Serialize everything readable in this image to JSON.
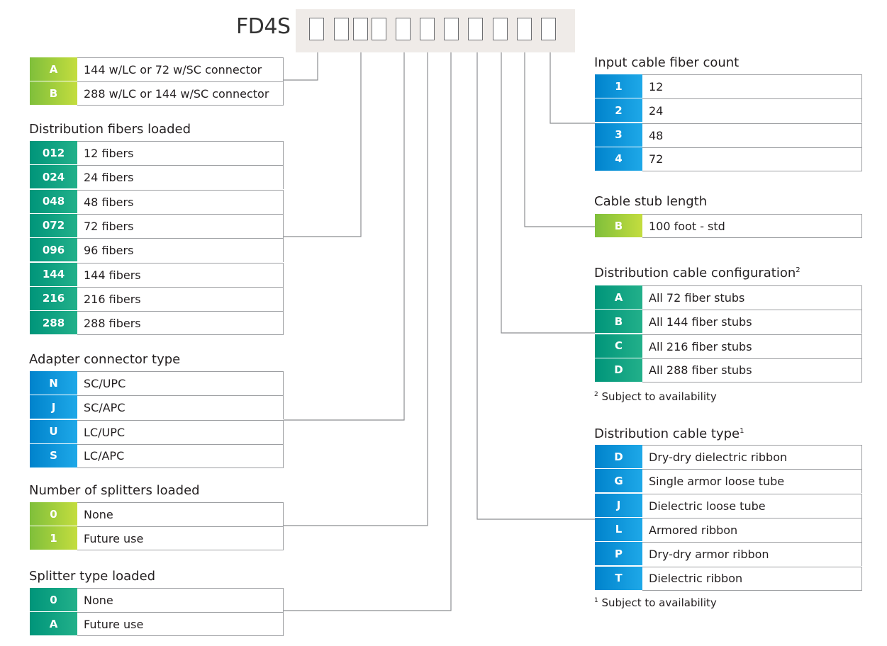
{
  "code": {
    "prefix": "FD4S -"
  },
  "colors": {
    "green": "#8dc63f",
    "teal": "#00a383",
    "blue": "#0095da"
  },
  "sections": {
    "size": {
      "heading": "",
      "color": "green",
      "rows": [
        {
          "code": "A",
          "label": "144 w/LC or 72 w/SC connector"
        },
        {
          "code": "B",
          "label": "288 w/LC or 144 w/SC connector"
        }
      ]
    },
    "distribution_fibers": {
      "heading": "Distribution fibers loaded",
      "color": "teal",
      "rows": [
        {
          "code": "012",
          "label": "12 fibers"
        },
        {
          "code": "024",
          "label": "24 fibers"
        },
        {
          "code": "048",
          "label": "48 fibers"
        },
        {
          "code": "072",
          "label": "72 fibers"
        },
        {
          "code": "096",
          "label": "96 fibers"
        },
        {
          "code": "144",
          "label": "144 fibers"
        },
        {
          "code": "216",
          "label": "216 fibers"
        },
        {
          "code": "288",
          "label": "288 fibers"
        }
      ]
    },
    "adapter_connector": {
      "heading": "Adapter connector type",
      "color": "blue",
      "rows": [
        {
          "code": "N",
          "label": "SC/UPC"
        },
        {
          "code": "J",
          "label": "SC/APC"
        },
        {
          "code": "U",
          "label": "LC/UPC"
        },
        {
          "code": "S",
          "label": "LC/APC"
        }
      ]
    },
    "splitters_loaded": {
      "heading": "Number of splitters loaded",
      "color": "green",
      "rows": [
        {
          "code": "0",
          "label": "None"
        },
        {
          "code": "1",
          "label": "Future use"
        }
      ]
    },
    "splitter_type": {
      "heading": "Splitter type loaded",
      "color": "teal",
      "rows": [
        {
          "code": "0",
          "label": "None"
        },
        {
          "code": "A",
          "label": "Future use"
        }
      ]
    },
    "input_fiber_count": {
      "heading": "Input cable fiber count",
      "color": "blue",
      "rows": [
        {
          "code": "1",
          "label": "12"
        },
        {
          "code": "2",
          "label": "24"
        },
        {
          "code": "3",
          "label": "48"
        },
        {
          "code": "4",
          "label": "72"
        }
      ]
    },
    "stub_length": {
      "heading": "Cable stub length",
      "color": "green",
      "rows": [
        {
          "code": "B",
          "label": "100 foot - std"
        }
      ]
    },
    "dist_config": {
      "heading": "Distribution cable configuration",
      "heading_sup": "2",
      "color": "teal",
      "rows": [
        {
          "code": "A",
          "label": "All 72 fiber stubs"
        },
        {
          "code": "B",
          "label": "All 144 fiber stubs"
        },
        {
          "code": "C",
          "label": "All 216 fiber stubs"
        },
        {
          "code": "D",
          "label": "All 288 fiber stubs"
        }
      ]
    },
    "dist_type": {
      "heading": "Distribution cable type",
      "heading_sup": "1",
      "color": "blue",
      "rows": [
        {
          "code": "D",
          "label": "Dry-dry dielectric ribbon"
        },
        {
          "code": "G",
          "label": "Single armor loose tube"
        },
        {
          "code": "J",
          "label": "Dielectric loose tube"
        },
        {
          "code": "L",
          "label": "Armored ribbon"
        },
        {
          "code": "P",
          "label": "Dry-dry armor ribbon"
        },
        {
          "code": "T",
          "label": "Dielectric ribbon"
        }
      ]
    }
  },
  "footnotes": {
    "note2": {
      "sup": "2",
      "text": " Subject to availability"
    },
    "note1": {
      "sup": "1",
      "text": " Subject to availability"
    }
  }
}
